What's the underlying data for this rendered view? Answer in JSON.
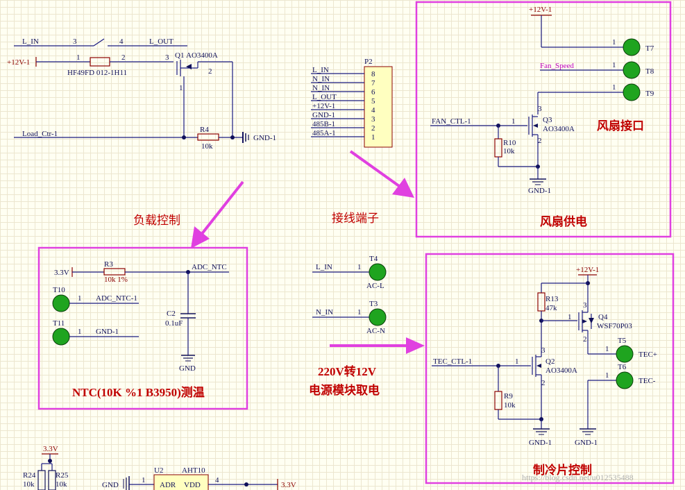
{
  "load": {
    "l_in": "L_IN",
    "l_out": "L_OUT",
    "pin3": "3",
    "pin4": "4",
    "p12v": "+12V-1",
    "pin1": "1",
    "pin2": "2",
    "relay": "HF49FD 012-1H11",
    "q1": "Q1",
    "q1_part": "AO3400A",
    "q1_pin3": "3",
    "q1_pin1": "1",
    "q1_pin2": "2",
    "load_ctr": "Load_Ctr-1",
    "r4": "R4",
    "r4_val": "10k",
    "gnd": "GND-1"
  },
  "p2": {
    "ref": "P2",
    "rows": [
      {
        "net": "L_IN",
        "pin": "8"
      },
      {
        "net": "N_IN",
        "pin": "7"
      },
      {
        "net": "N_IN",
        "pin": "6"
      },
      {
        "net": "L_OUT",
        "pin": "5"
      },
      {
        "net": "+12V-1",
        "pin": "4"
      },
      {
        "net": "GND-1",
        "pin": "3"
      },
      {
        "net": "485B-1",
        "pin": "2"
      },
      {
        "net": "485A-1",
        "pin": "1"
      }
    ]
  },
  "fan": {
    "p12v": "+12V-1",
    "t7": "T7",
    "t8": "T8",
    "t9": "T9",
    "pin1": "1",
    "fan_speed": "Fan_Speed",
    "fan_ctl": "FAN_CTL-1",
    "q3": "Q3",
    "q3_part": "AO3400A",
    "q3_pin3": "3",
    "q3_pin1": "1",
    "q3_pin2": "2",
    "r10": "R10",
    "r10_val": "10k",
    "gnd": "GND-1"
  },
  "ntc": {
    "v33": "3.3V",
    "r3": "R3",
    "r3_val": "10k 1%",
    "adc": "ADC_NTC",
    "t10": "T10",
    "t11": "T11",
    "pin1": "1",
    "adc_net": "ADC_NTC-1",
    "gnd_net": "GND-1",
    "c2": "C2",
    "c2_val": "0.1uF",
    "gnd": "GND"
  },
  "ac": {
    "t4": "T4",
    "t3": "T3",
    "l_in": "L_IN",
    "n_in": "N_IN",
    "pin1": "1",
    "ac_l": "AC-L",
    "ac_n": "AC-N"
  },
  "tec": {
    "p12v": "+12V-1",
    "r13": "R13",
    "r13_val": "47k",
    "q4": "Q4",
    "q4_part": "WSF70P03",
    "q4_pin3": "3",
    "q4_pin1": "1",
    "q4_pin2": "2",
    "t5": "T5",
    "t6": "T6",
    "pin1": "1",
    "tec_p": "TEC+",
    "tec_n": "TEC-",
    "tec_ctl": "TEC_CTL-1",
    "q2": "Q2",
    "q2_part": "AO3400A",
    "q2_pin3": "3",
    "q2_pin1": "1",
    "q2_pin2": "2",
    "r9": "R9",
    "r9_val": "10k",
    "gnd": "GND-1"
  },
  "bottom": {
    "v33": "3.3V",
    "r24": "R24",
    "r24_val": "10k",
    "r25": "R25",
    "r25_val": "10k",
    "u2": "U2",
    "u2_part": "AHT10",
    "gnd": "GND",
    "pin1": "1",
    "pin4": "4",
    "adr": "ADR",
    "vdd": "VDD",
    "v33r": "3.3V"
  },
  "labels": {
    "load_ctrl": "负载控制",
    "terminal": "接线端子",
    "fan_if": "风扇接口",
    "fan_pwr": "风扇供电",
    "ntc": "NTC(10K %1 B3950)测温",
    "ac1": "220V转12V",
    "ac2": "电源模块取电",
    "tec": "制冷片控制"
  },
  "watermark": "https://blog.csdn.net/u012535488"
}
